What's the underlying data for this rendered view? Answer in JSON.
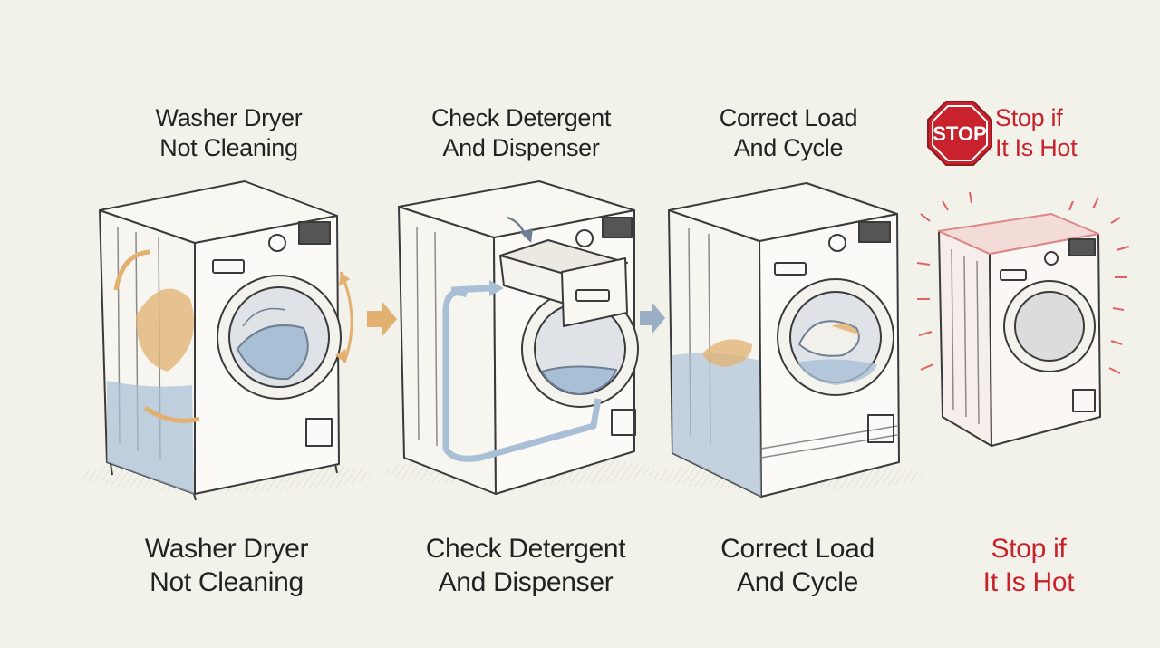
{
  "steps": [
    {
      "title_line1": "Washer Dryer",
      "title_line2": "Not Cleaning",
      "caption_line1": "Washer Dryer",
      "caption_line2": "Not Cleaning"
    },
    {
      "title_line1": "Check Detergent",
      "title_line2": "And Dispenser",
      "caption_line1": "Check Detergent",
      "caption_line2": "And Dispenser"
    },
    {
      "title_line1": "Correct Load",
      "title_line2": "And Cycle",
      "caption_line1": "Correct Load",
      "caption_line2": "And Cycle"
    },
    {
      "title_line1": "Stop if",
      "title_line2": "It Is Hot",
      "caption_line1": "Stop if",
      "caption_line2": "It Is Hot",
      "sign_text": "STOP"
    }
  ],
  "icons": {
    "stop": "stop-sign-icon",
    "arrow": "arrow-right-icon",
    "machine": "washing-machine-icon"
  },
  "colors": {
    "background": "#f2f1ea",
    "ink": "#3a3a3a",
    "water": "#a9bfd6",
    "dirt": "#e2b071",
    "warning": "#c8232c",
    "heat": "#e88a8a"
  }
}
